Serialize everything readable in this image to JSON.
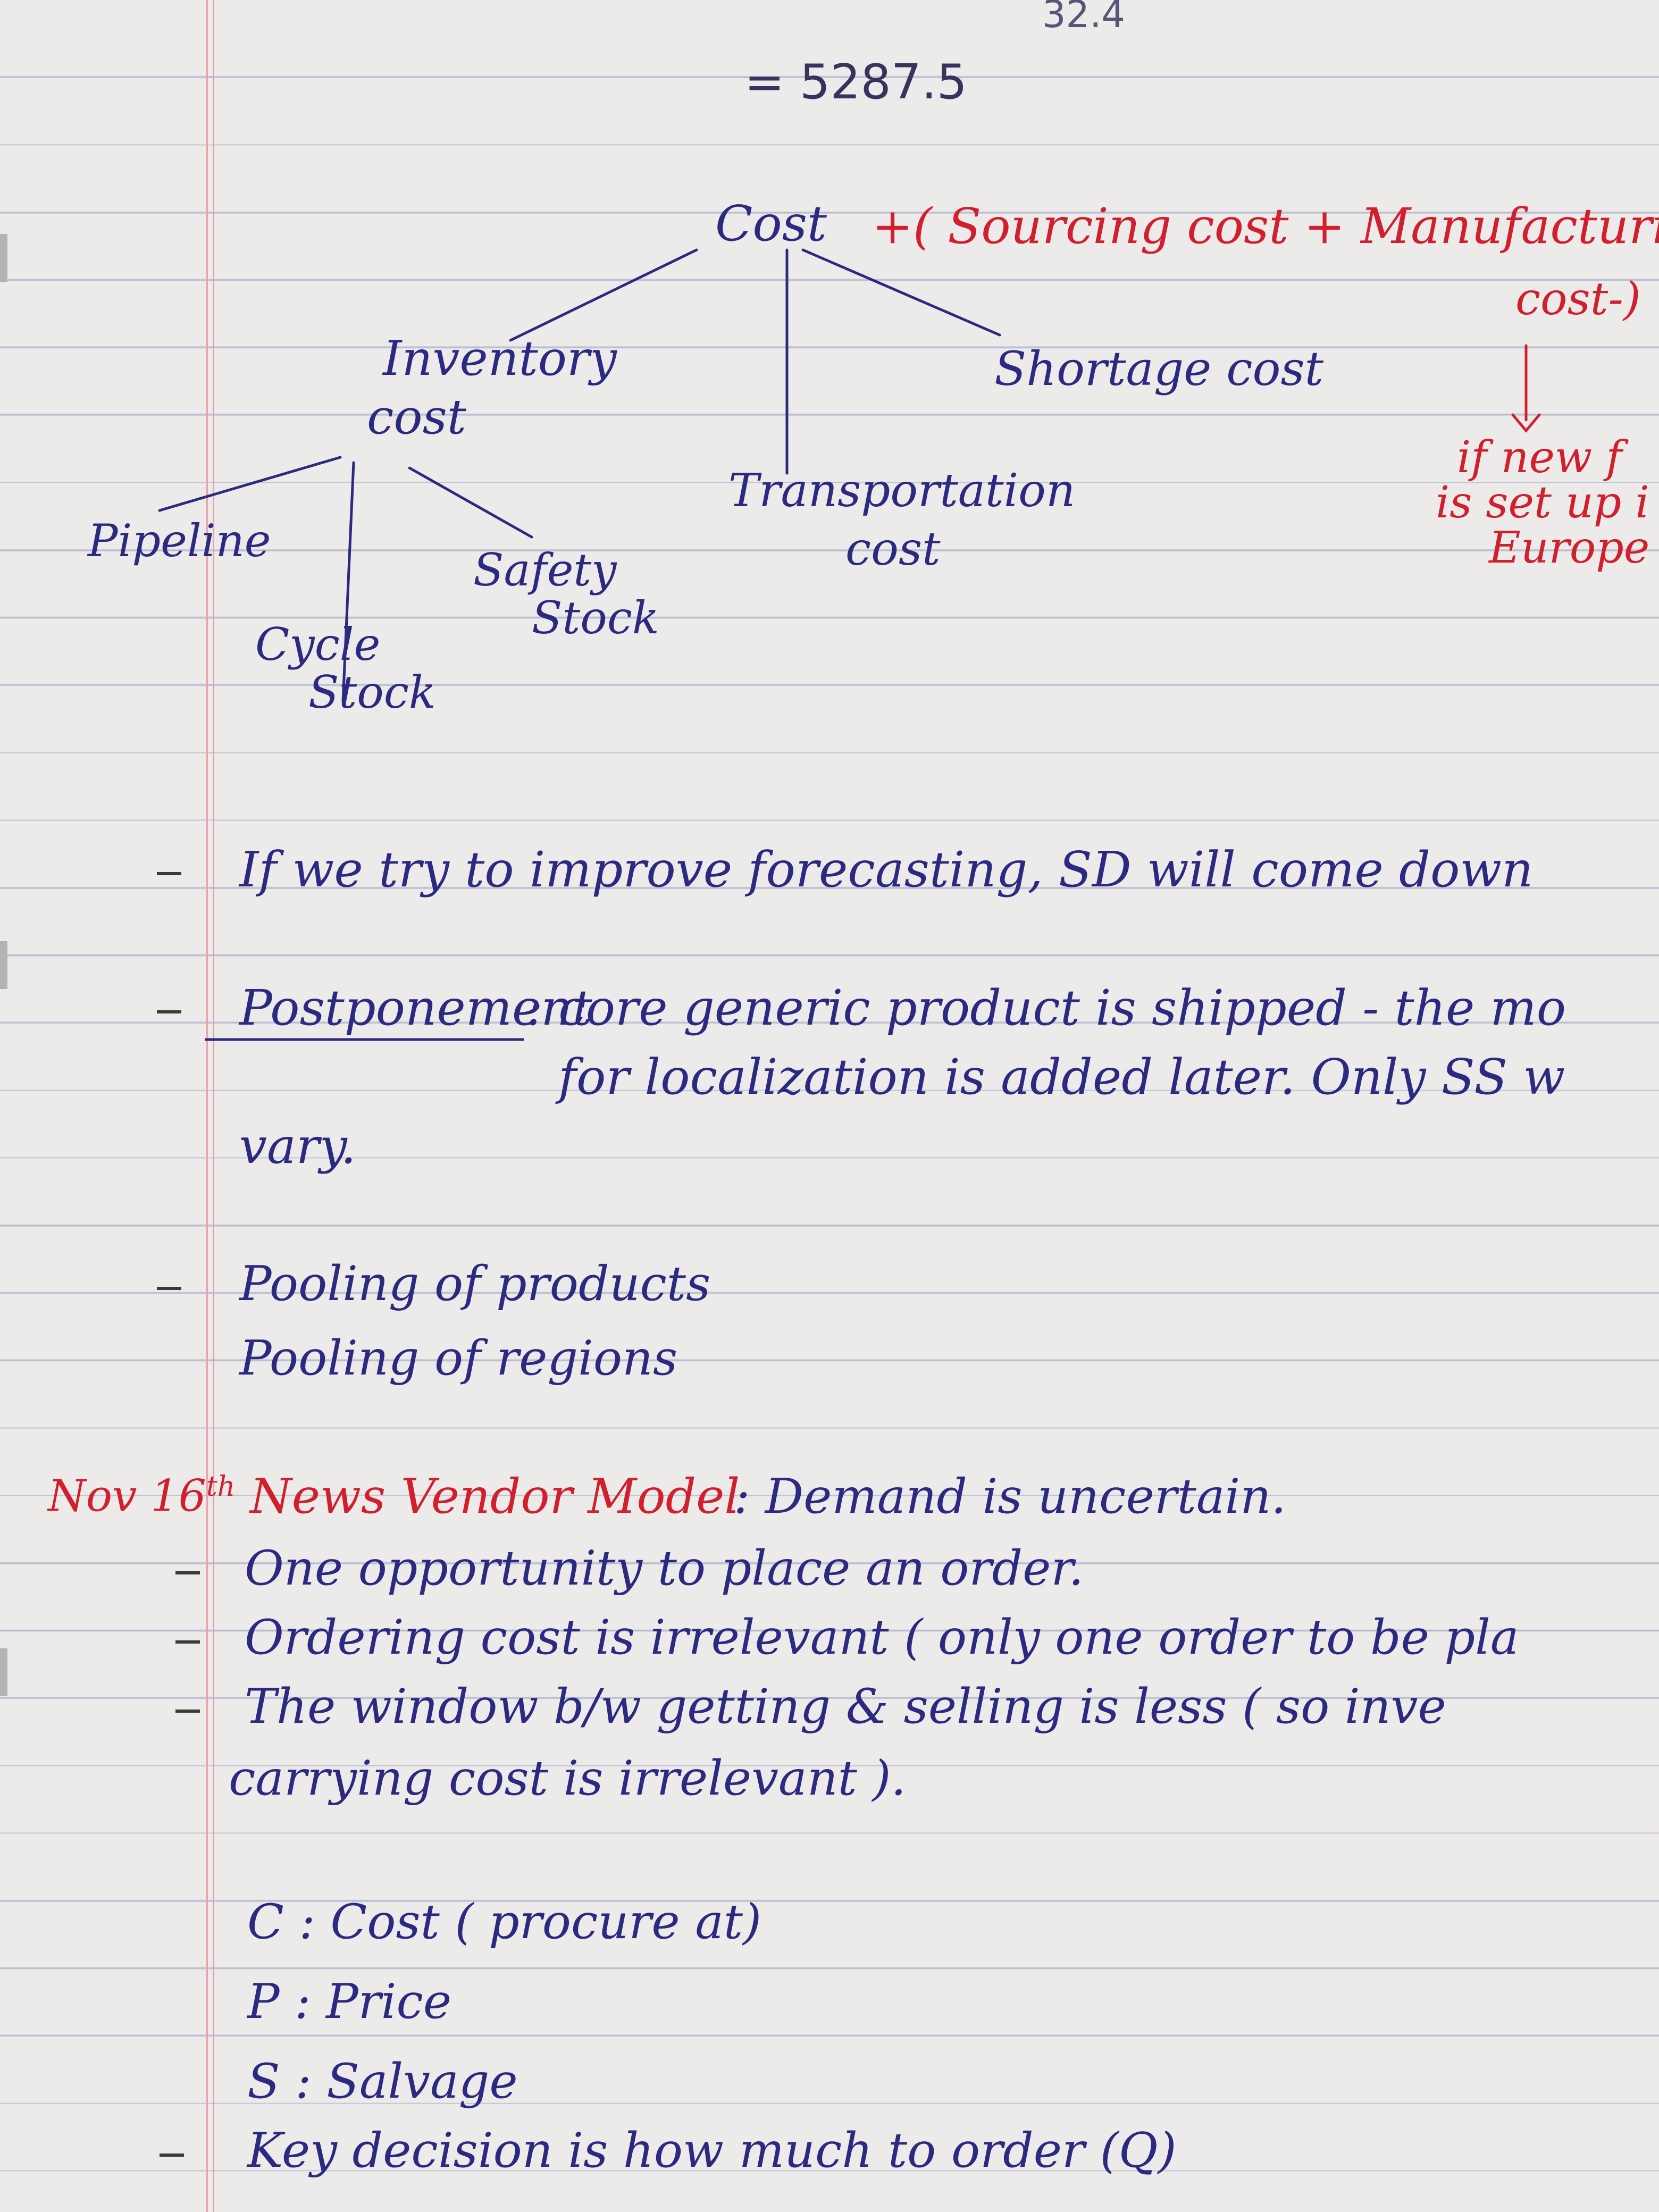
{
  "top": {
    "scribble": "32.4",
    "equation": "= 5287.5"
  },
  "tree": {
    "root": "Cost",
    "extra_red": "+( Sourcing cost + Manufacturi",
    "extra_red_2": "cost-)",
    "red_note_1": "if new f",
    "red_note_2": "is set up i",
    "red_note_3": "Europe",
    "inventory_1": "Inventory",
    "inventory_2": "cost",
    "shortage": "Shortage cost",
    "transportation_1": "Transportation",
    "transportation_2": "cost",
    "pipeline": "Pipeline",
    "safety_1": "Safety",
    "safety_2": "Stock",
    "cycle_1": "Cycle",
    "cycle_2": "Stock"
  },
  "notes": {
    "forecast": "If we try to improve forecasting, SD will come down",
    "postponement_label": "Postponement",
    "postponement_1": ": core generic product is shipped - the mo",
    "postponement_2": "for localization is added later. Only SS w",
    "postponement_3": "vary.",
    "pooling_1": "Pooling of products",
    "pooling_2": "Pooling of regions"
  },
  "newsvendor": {
    "date": "Nov 16",
    "date_sup": "th",
    "title": "News Vendor Model",
    "title_rest": ": Demand is uncertain.",
    "point_1": "One opportunity to place an order.",
    "point_2": "Ordering cost is irrelevant ( only one order to be pla",
    "point_3a": "The window b/w getting & selling is less ( so inve",
    "point_3b": "carrying cost is irrelevant ).",
    "c_def": "C : Cost ( procure at)",
    "p_def": "P : Price",
    "s_def": "S : Salvage",
    "key": "Key decision is how much to order (Q)"
  }
}
